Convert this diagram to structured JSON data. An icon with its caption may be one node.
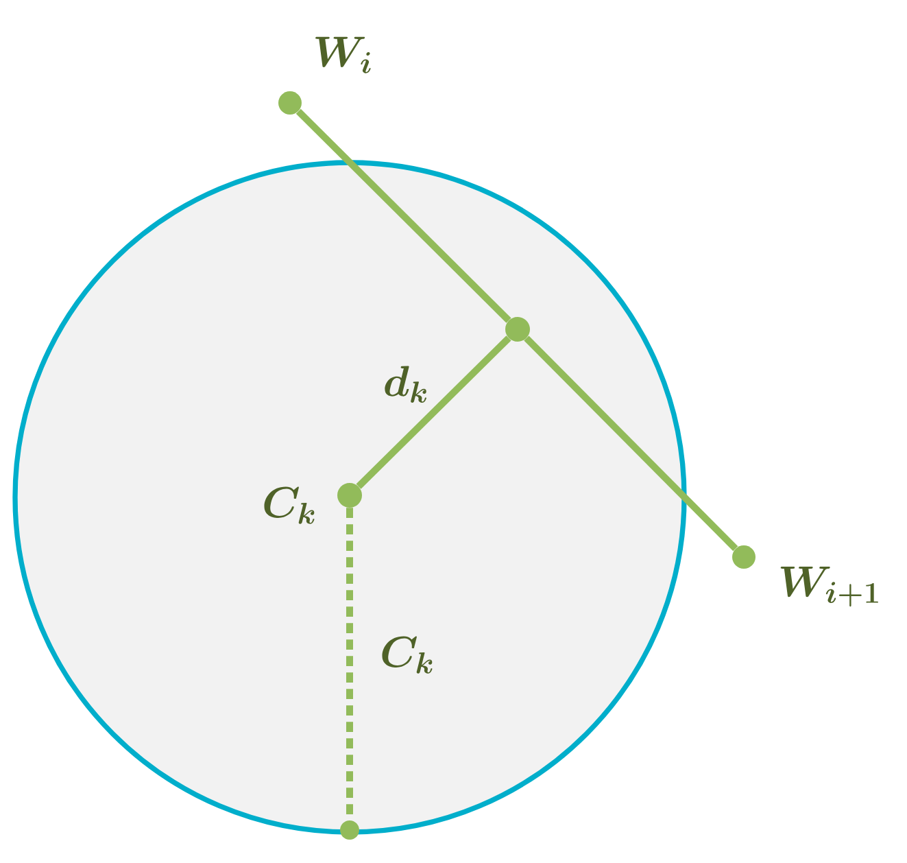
{
  "diagram": {
    "nodes": [
      {
        "text": [],
        "shape": "circle"
      },
      {
        "text": [],
        "shape": "circle",
        "beside": [
          "W_{i}"
        ]
      },
      {
        "text": [],
        "shape": "circle",
        "in": 0
      },
      {
        "text": [],
        "shape": "circle",
        "in": 0,
        "beside": [
          "C_{k}"
        ]
      },
      {
        "text": [],
        "shape": "circle",
        "beside": [
          "W_{i+1}"
        ]
      },
      {
        "text": [],
        "shape": "circle"
      }
    ],
    "edges": [
      {
        "from": 1,
        "to": 2,
        "arrow": "none"
      },
      {
        "from": 2,
        "to": 4,
        "arrow": "none"
      },
      {
        "from": 3,
        "to": 2,
        "arrow": "none",
        "label": "d_{k}"
      },
      {
        "from": 3,
        "to": 5,
        "arrow": "none",
        "label": "C_{k}",
        "style": "dashed"
      }
    ]
  }
}
